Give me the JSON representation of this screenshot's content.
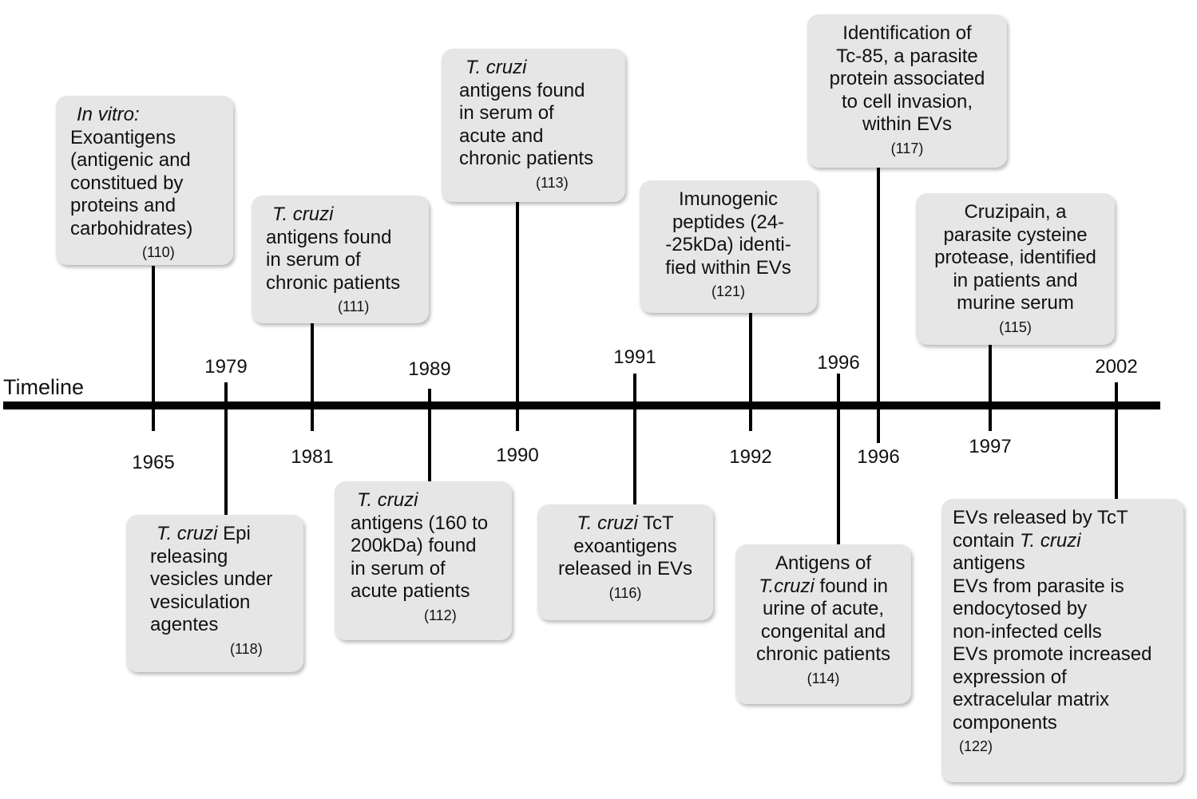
{
  "timeline_label": "Timeline",
  "events": [
    {
      "year": "1965",
      "lines": [
        [
          "",
          "In vitro:"
        ],
        [
          "Exoantigens",
          ""
        ],
        [
          "(antigenic and",
          ""
        ],
        [
          "constitued by",
          ""
        ],
        [
          "proteins and",
          ""
        ],
        [
          "carbohidrates)",
          ""
        ]
      ],
      "ref": "(110)"
    },
    {
      "year": "1979",
      "lines": [
        [
          "",
          "T. cruzi",
          " Epi"
        ],
        [
          "releasing",
          ""
        ],
        [
          "vesicles under",
          ""
        ],
        [
          "vesiculation",
          ""
        ],
        [
          "agentes",
          ""
        ]
      ],
      "ref": "(118)"
    },
    {
      "year": "1981",
      "lines": [
        [
          "",
          "T. cruzi"
        ],
        [
          "antigens found",
          ""
        ],
        [
          "in serum of",
          ""
        ],
        [
          "chronic patients",
          ""
        ]
      ],
      "ref": "(111)"
    },
    {
      "year": "1989",
      "lines": [
        [
          "",
          "T. cruzi"
        ],
        [
          "antigens (160 to",
          ""
        ],
        [
          "200kDa) found",
          ""
        ],
        [
          "in serum of",
          ""
        ],
        [
          "acute patients",
          ""
        ]
      ],
      "ref": "(112)"
    },
    {
      "year": "1990",
      "lines": [
        [
          "",
          "T. cruzi"
        ],
        [
          "antigens found",
          ""
        ],
        [
          "in serum of",
          ""
        ],
        [
          "acute and",
          ""
        ],
        [
          "chronic patients",
          ""
        ]
      ],
      "ref": "(113)"
    },
    {
      "year": "1991",
      "lines": [
        [
          "",
          "T. cruzi",
          " TcT"
        ],
        [
          "exoantigens",
          ""
        ],
        [
          "released in EVs",
          ""
        ]
      ],
      "ref": "(116)"
    },
    {
      "year": "1992",
      "lines": [
        [
          "Imunogenic",
          ""
        ],
        [
          "peptides (24-",
          ""
        ],
        [
          "-25kDa) identi-",
          ""
        ],
        [
          "fied within EVs",
          ""
        ]
      ],
      "ref": "(121)"
    },
    {
      "year": "1996",
      "lines": [
        [
          "Antigens of",
          ""
        ],
        [
          "",
          "T.cruzi",
          " found in"
        ],
        [
          "urine of acute,",
          ""
        ],
        [
          "congenital and",
          ""
        ],
        [
          "chronic patients",
          ""
        ]
      ],
      "ref": "(114)"
    },
    {
      "year": "1996",
      "lines": [
        [
          "Identification of",
          ""
        ],
        [
          "Tc-85, a parasite",
          ""
        ],
        [
          "protein associated",
          ""
        ],
        [
          "to cell invasion,",
          ""
        ],
        [
          "within EVs",
          ""
        ]
      ],
      "ref": "(117)"
    },
    {
      "year": "1997",
      "lines": [
        [
          "Cruzipain, a",
          ""
        ],
        [
          "parasite cysteine",
          ""
        ],
        [
          "protease, identified",
          ""
        ],
        [
          "in patients and",
          ""
        ],
        [
          "murine serum",
          ""
        ]
      ],
      "ref": "(115)"
    },
    {
      "year": "2002",
      "lines": [
        [
          "EVs released by TcT",
          ""
        ],
        [
          "contain ",
          "T. cruzi"
        ],
        [
          "antigens",
          ""
        ],
        [
          "EVs from parasite is",
          ""
        ],
        [
          "endocytosed by",
          ""
        ],
        [
          "non-infected cells",
          ""
        ],
        [
          "EVs promote increased",
          ""
        ],
        [
          "expression of",
          ""
        ],
        [
          "extracelular matrix",
          ""
        ],
        [
          "components",
          ""
        ]
      ],
      "ref": "(122)"
    }
  ]
}
